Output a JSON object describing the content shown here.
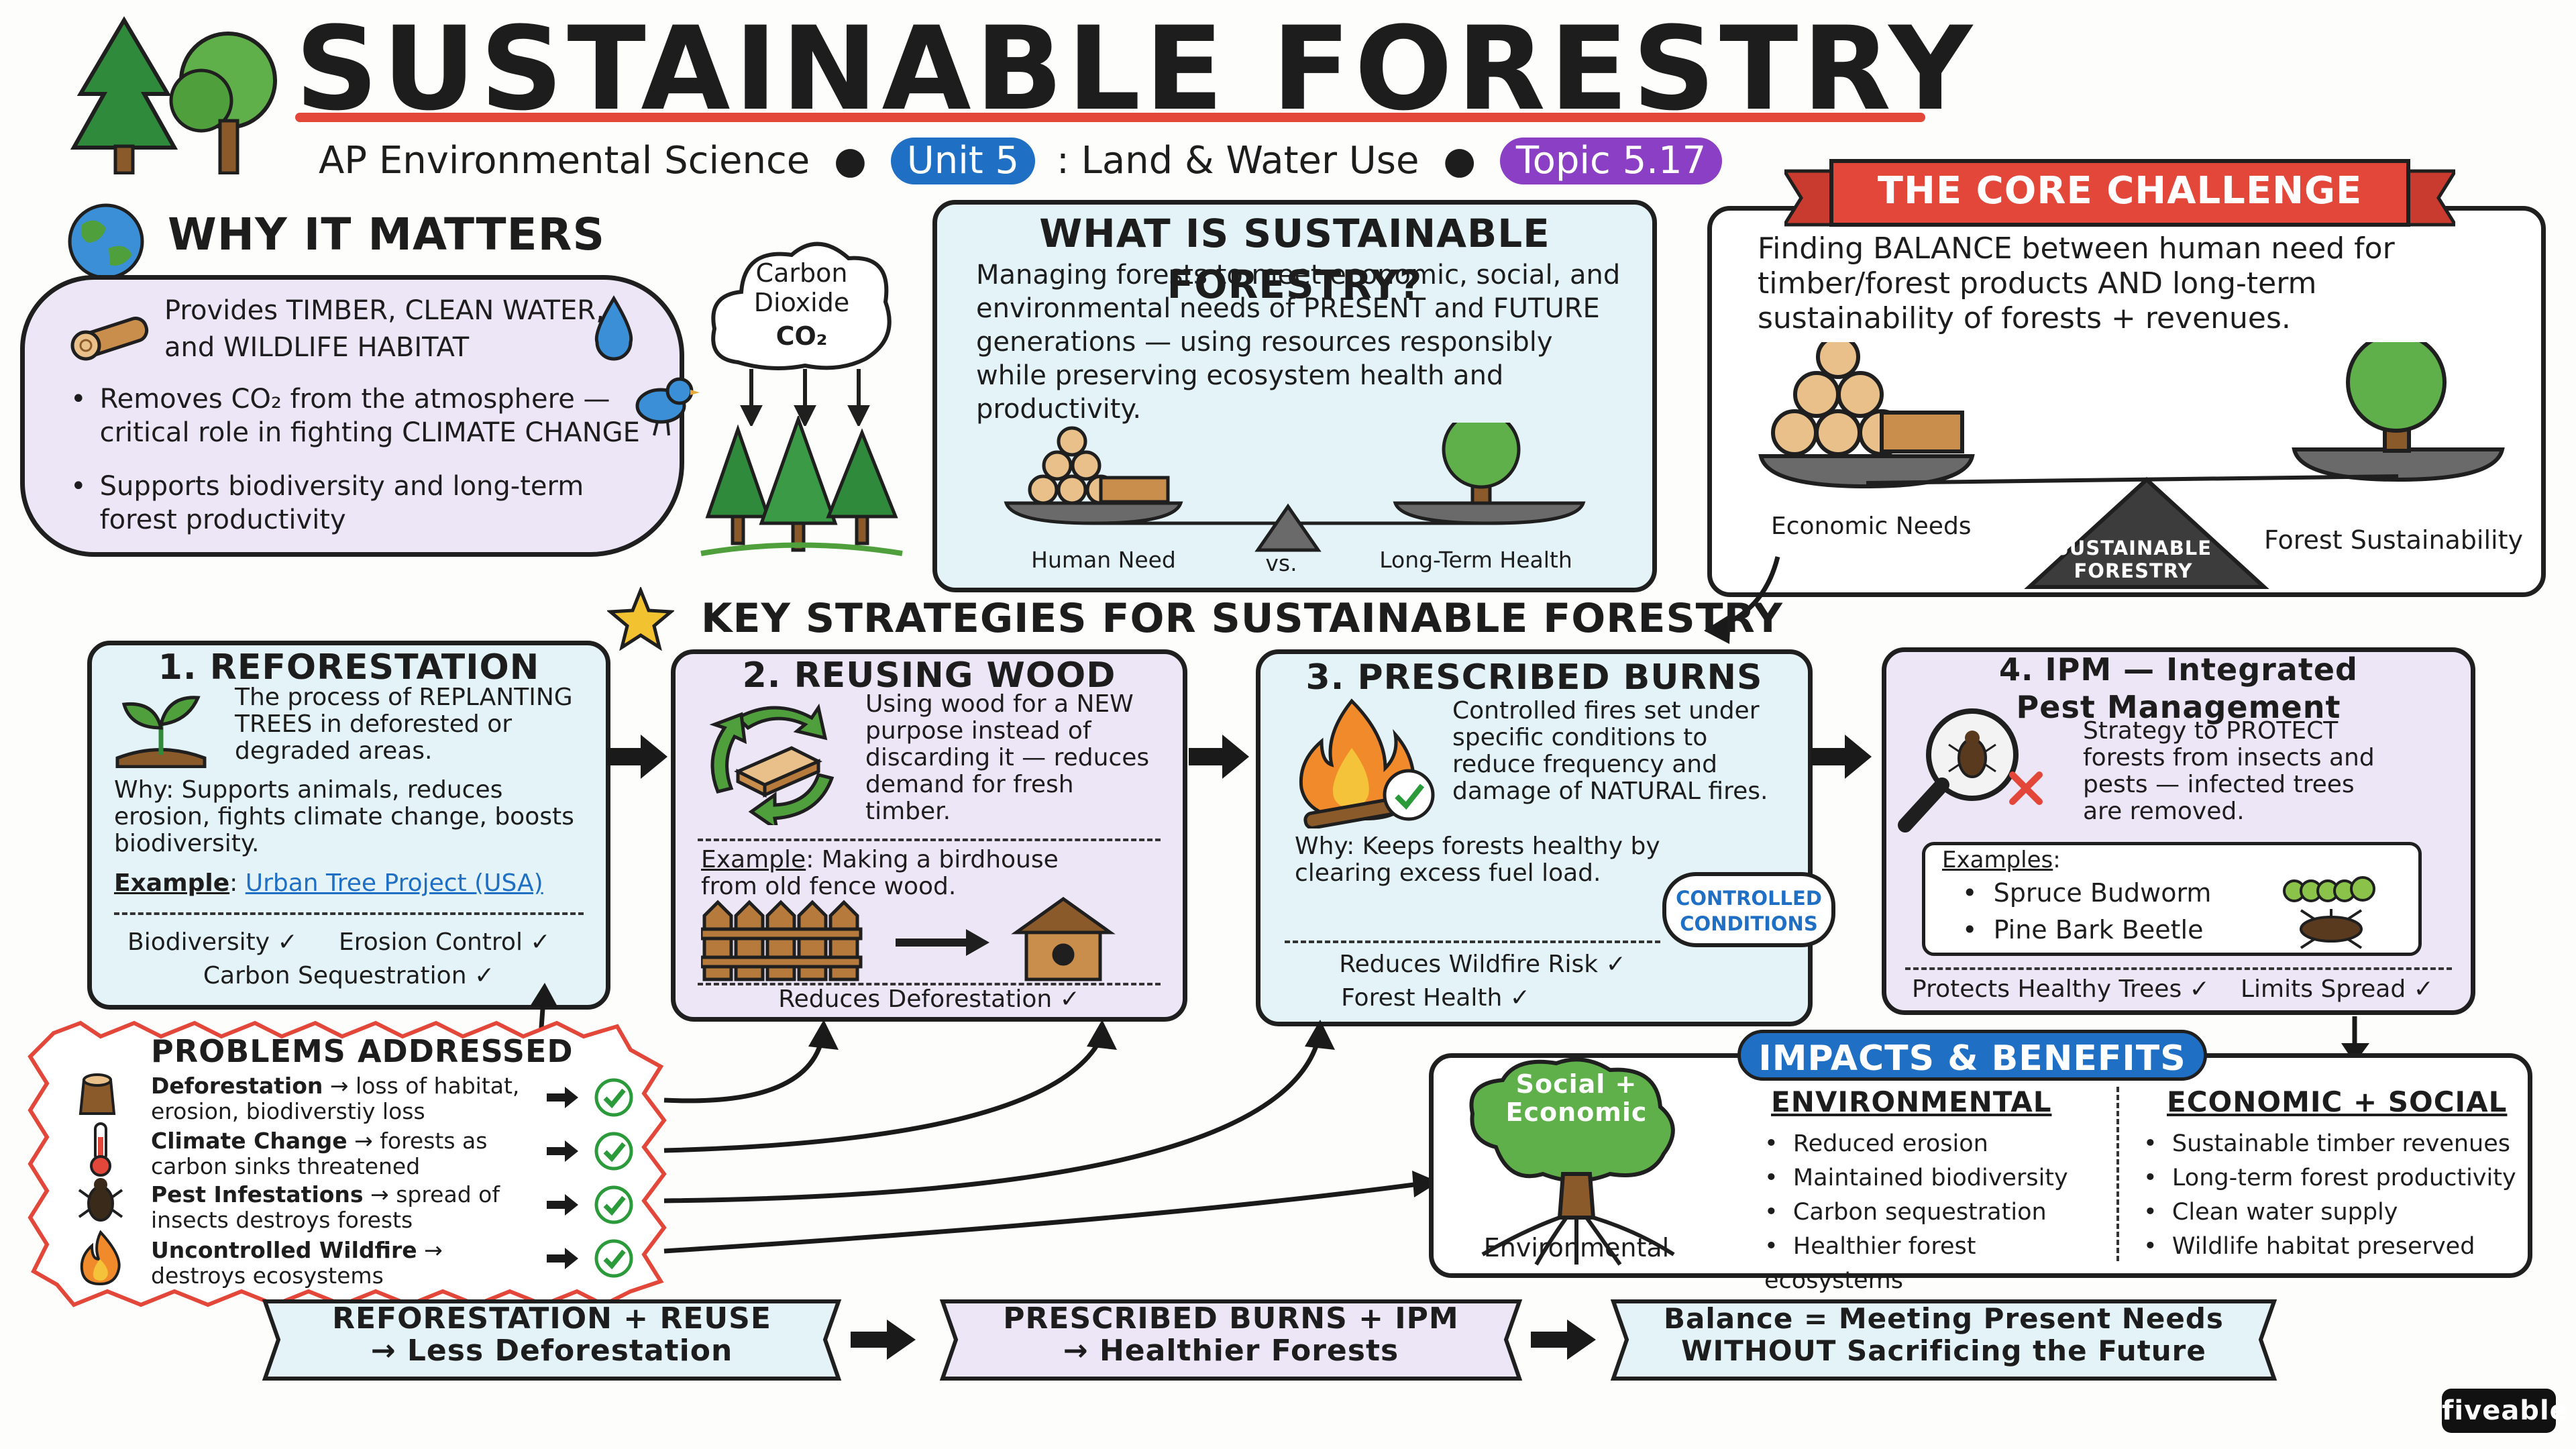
{
  "title": "SUSTAINABLE FORESTRY",
  "subtitle": {
    "course": "AP Environmental Science",
    "unit": "Unit 5",
    "unit_topic": ": Land & Water Use",
    "topic": "Topic 5.17"
  },
  "why": {
    "heading": "WHY IT MATTERS",
    "line1": "Provides TIMBER, CLEAN WATER,",
    "line2": "and WILDLIFE HABITAT",
    "bullets": [
      "Removes CO₂ from the atmosphere — critical role in fighting CLIMATE CHANGE",
      "Supports biodiversity and long-term forest productivity"
    ],
    "cloud_line1": "Carbon",
    "cloud_line2": "Dioxide",
    "cloud_formula": "CO₂"
  },
  "what": {
    "heading": "WHAT IS SUSTAINABLE FORESTRY?",
    "text": "Managing forests to meet economic, social, and environmental needs of PRESENT and FUTURE generations — using resources responsibly while preserving ecosystem health and productivity.",
    "left_label": "Human Need",
    "vs": "vs.",
    "right_label": "Long-Term Health"
  },
  "core": {
    "banner": "THE CORE CHALLENGE",
    "text": "Finding BALANCE between human need for timber/forest products AND long-term sustainability of forests + revenues.",
    "left_label": "Economic Needs",
    "fulcrum_line1": "SUSTAINABLE",
    "fulcrum_line2": "FORESTRY",
    "right_label": "Forest Sustainability"
  },
  "strategies_heading": "KEY STRATEGIES FOR SUSTAINABLE FORESTRY",
  "s1": {
    "title": "1. REFORESTATION",
    "desc": "The process of REPLANTING TREES in deforested or degraded areas.",
    "why": "Why: Supports animals, reduces erosion, fights climate change, boosts biodiversity.",
    "example_label": "Example",
    "example_value": "Urban Tree Project (USA)",
    "b1": "Biodiversity ✓",
    "b2": "Erosion Control ✓",
    "b3": "Carbon Sequestration ✓"
  },
  "s2": {
    "title": "2. REUSING WOOD",
    "desc": "Using wood for a NEW purpose instead of discarding it — reduces demand for fresh timber.",
    "example_label": "Example",
    "example_value": ": Making a birdhouse from old fence wood.",
    "benefit": "Reduces Deforestation ✓"
  },
  "s3": {
    "title": "3. PRESCRIBED BURNS",
    "desc": "Controlled fires set under specific conditions to reduce frequency and damage of NATURAL fires.",
    "why": "Why: Keeps forests healthy by clearing excess fuel load.",
    "bubble_line1": "CONTROLLED",
    "bubble_line2": "CONDITIONS",
    "b1": "Reduces Wildfire Risk ✓",
    "b2": "Forest Health ✓"
  },
  "s4": {
    "title_line1": "4. IPM — Integrated",
    "title_line2": "Pest Management",
    "desc": "Strategy to PROTECT forests from insects and pests — infected trees are removed.",
    "examples_label": "Examples",
    "examples": [
      "Spruce Budworm",
      "Pine Bark Beetle"
    ],
    "b1": "Protects Healthy Trees ✓",
    "b2": "Limits Spread ✓"
  },
  "problems": {
    "heading": "PROBLEMS ADDRESSED",
    "items": [
      {
        "name": "Deforestation",
        "rest": "→ loss of habitat, erosion, biodiverstiy loss"
      },
      {
        "name": "Climate Change",
        "rest": "→ forests as carbon sinks threatened"
      },
      {
        "name": "Pest Infestations",
        "rest": "→ spread of insects destroys forests"
      },
      {
        "name": "Uncontrolled Wildfire",
        "rest": "→ destroys ecosystems"
      }
    ]
  },
  "impacts": {
    "banner": "IMPACTS & BENEFITS",
    "tree_top_line1": "Social +",
    "tree_top_line2": "Economic",
    "tree_bottom": "Environmental",
    "env_heading": "ENVIRONMENTAL",
    "env": [
      "Reduced erosion",
      "Maintained biodiversity",
      "Carbon sequestration",
      "Healthier forest ecosystems"
    ],
    "econ_heading": "ECONOMIC + SOCIAL",
    "econ": [
      "Sustainable timber revenues",
      "Long-term forest productivity",
      "Clean water supply",
      "Wildlife habitat preserved"
    ]
  },
  "flow": [
    {
      "line1": "REFORESTATION + REUSE",
      "line2": "→ Less Deforestation"
    },
    {
      "line1": "PRESCRIBED BURNS + IPM",
      "line2": "→ Healthier Forests"
    },
    {
      "line1": "Balance = Meeting Present Needs",
      "line2": "WITHOUT Sacrificing the Future"
    }
  ],
  "brand": "fiveable",
  "colors": {
    "title_underline": "#e2473a",
    "unit_pill": "#1f6fc4",
    "topic_pill": "#8a3fc4",
    "lavender": "#ece6f7",
    "lightblue": "#e4f3f8",
    "banner_red": "#e2473a",
    "banner_blue": "#1f6fc4",
    "check_green": "#2a9a3a"
  }
}
